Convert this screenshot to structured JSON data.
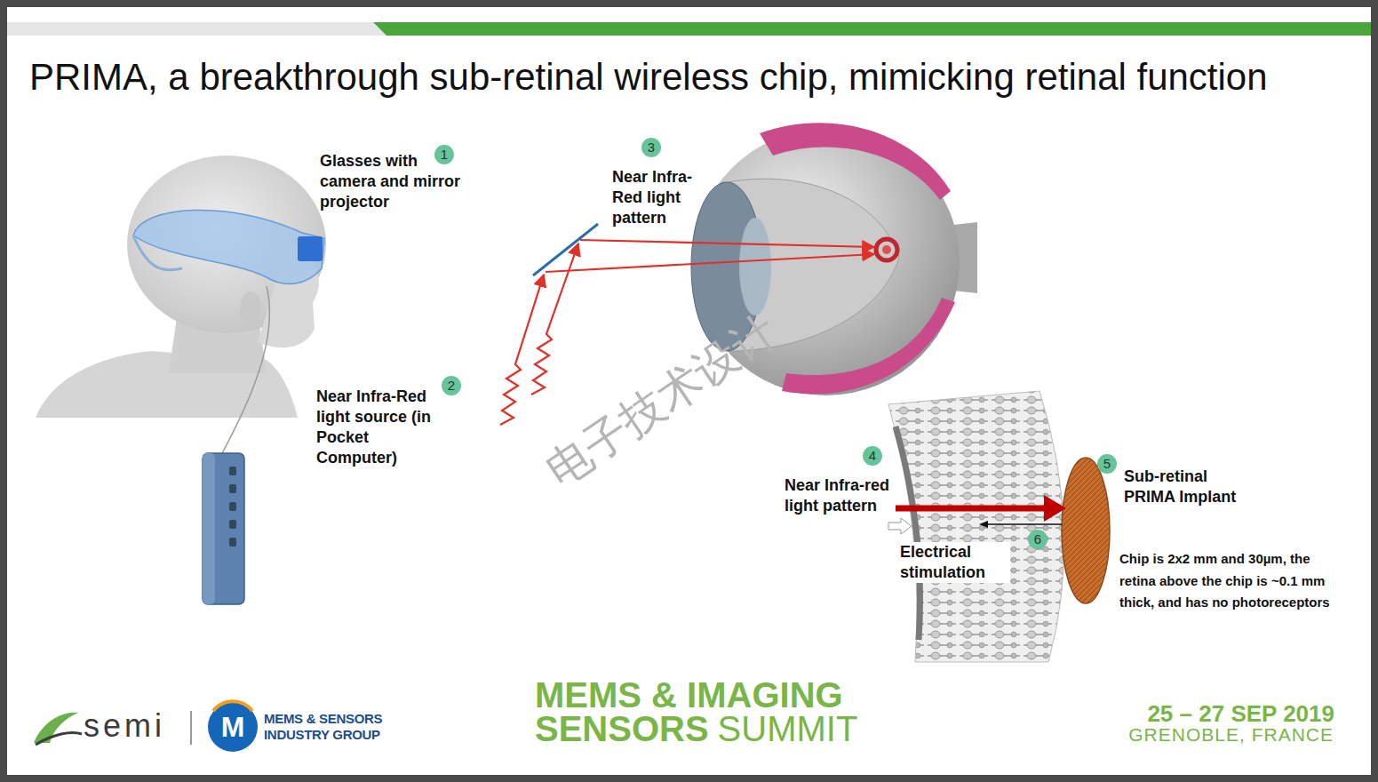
{
  "diagram": {
    "title": "PRIMA, a breakthrough sub-retinal wireless chip, mimicking retinal function",
    "labels": [
      "Glasses with camera and mirror projector",
      "1",
      "3",
      "Near Infra-Red light pattern",
      "Near Infra-Red light source (in Pocket Computer)",
      "2",
      "4",
      "Near Infra-red light pattern",
      "5",
      "Sub-retinal PRIMA Implant",
      "6",
      "Electrical stimulation",
      "Chip is 2x2 mm and 30µm, the retina above the chip is ~0.1 mm thick, and has no photoreceptors",
      "电子技术设计",
      "semi",
      "M",
      "MEMS & SENSORS INDUSTRY GROUP",
      "MEMS & IMAGING",
      "SENSORS",
      "SUMMIT",
      "25 – 27 SEP 2019",
      "GRENOBLE, FRANCE"
    ]
  }
}
